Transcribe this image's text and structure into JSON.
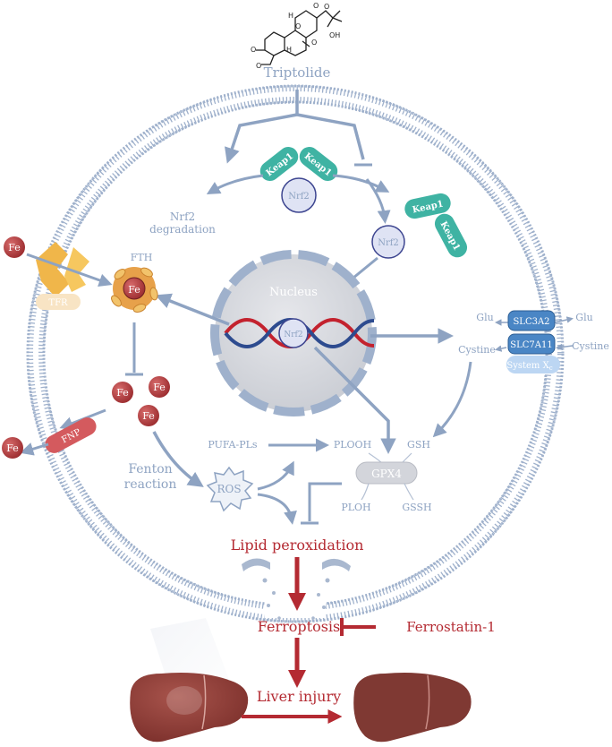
{
  "title": "Triptolide",
  "labels": {
    "keap1": "Keap1",
    "nrf2": "Nrf2",
    "nrf2_degradation_line1": "Nrf2",
    "nrf2_degradation_line2": "degradation",
    "nucleus": "Nucleus",
    "fth": "FTH",
    "fe": "Fe",
    "tfr": "TFR",
    "fnp": "FNP",
    "fenton_line1": "Fenton",
    "fenton_line2": "reaction",
    "ros": "ROS",
    "pufa_pls": "PUFA-PLs",
    "plooh": "PLOOH",
    "gsh": "GSH",
    "gpx4": "GPX4",
    "ploh": "PLOH",
    "gssh": "GSSH",
    "glu": "Glu",
    "cystine": "Cystine",
    "slc3a2": "SLC3A2",
    "slc7a11": "SLC7A11",
    "system_xc": "System X",
    "system_xc_sub": "c",
    "lipid_peroxidation": "Lipid peroxidation",
    "ferroptosis": "Ferroptosis",
    "ferrostatin": "Ferrostatin-1",
    "liver_injury": "Liver injury"
  },
  "structure_atoms": {
    "h": "H",
    "o": "O",
    "oh": "OH"
  },
  "colors": {
    "pathway": "#8ea3c2",
    "membrane": "#9fb1cc",
    "teal": "#3fb3a3",
    "nrf2_fill": "#dfe3f4",
    "nrf2_stroke": "#3d4590",
    "fe_red": "#b53a3c",
    "dark_red": "#b42a32",
    "liver": "#8f3a35",
    "transporter": "#4a86c5",
    "nucleus_fill": "#d4d6db"
  }
}
